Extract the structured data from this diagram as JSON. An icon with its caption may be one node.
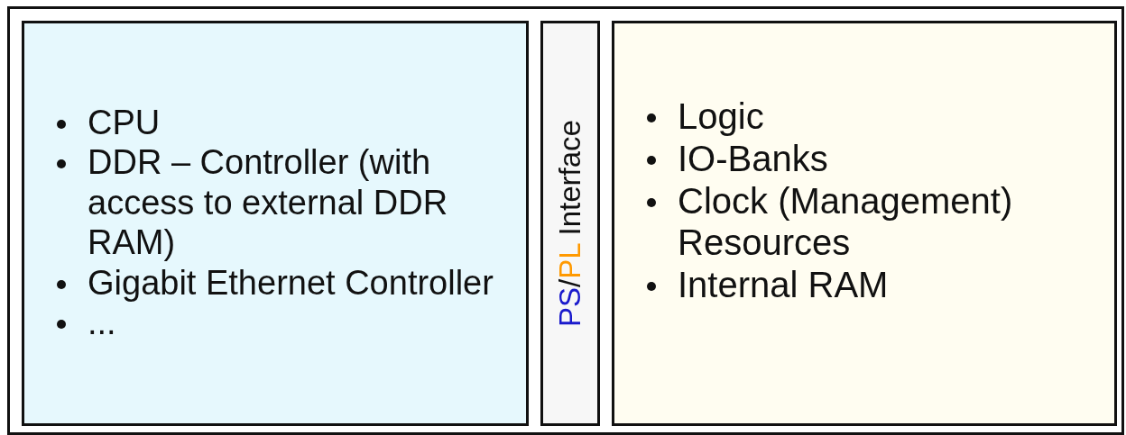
{
  "diagram": {
    "nodes": [
      {
        "text": [],
        "shape": "box"
      },
      {
        "text": [
          "CPU",
          "DDR – Controller (with access to external DDR RAM)",
          "Gigabit Ethernet Controller",
          "..."
        ],
        "in": 0
      },
      {
        "text": [
          "PS/PL Interface"
        ],
        "in": 0
      },
      {
        "text": [
          "Logic",
          "IO-Banks",
          "Clock (Management) Resources",
          "Internal RAM"
        ],
        "in": 0
      }
    ]
  }
}
